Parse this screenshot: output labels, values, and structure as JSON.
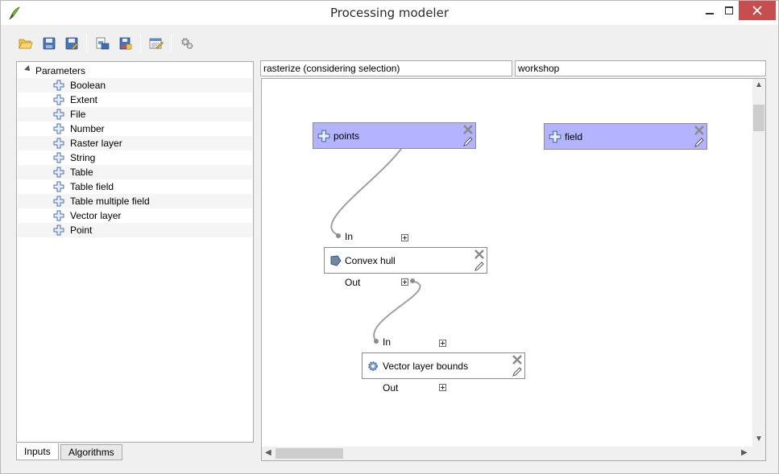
{
  "window": {
    "title": "Processing modeler"
  },
  "toolbar": {
    "buttons": [
      {
        "name": "open-model-button",
        "icon": "folder-open-icon"
      },
      {
        "name": "save-model-button",
        "icon": "floppy-disk-icon"
      },
      {
        "name": "save-as-button",
        "icon": "save-as-icon"
      },
      {
        "name": "export-image-button",
        "icon": "export-image-icon"
      },
      {
        "name": "export-python-button",
        "icon": "export-python-icon"
      },
      {
        "name": "edit-help-button",
        "icon": "edit-help-icon"
      },
      {
        "name": "run-model-button",
        "icon": "gears-icon"
      }
    ]
  },
  "inputs_panel": {
    "root_label": "Parameters",
    "items": [
      "Boolean",
      "Extent",
      "File",
      "Number",
      "Raster layer",
      "String",
      "Table",
      "Table field",
      "Table multiple field",
      "Vector layer",
      "Point"
    ]
  },
  "tabs": [
    {
      "label": "Inputs",
      "active": true
    },
    {
      "label": "Algorithms",
      "active": false
    }
  ],
  "model": {
    "name": "rasterize (considering selection)",
    "group": "workshop"
  },
  "canvas": {
    "nodes": {
      "points": {
        "label": "points",
        "kind": "parameter"
      },
      "field": {
        "label": "field",
        "kind": "parameter"
      },
      "convex_hull": {
        "label": "Convex hull",
        "kind": "algorithm",
        "input_port": "In",
        "output_port": "Out"
      },
      "vector_bounds": {
        "label": "Vector layer bounds",
        "kind": "algorithm",
        "input_port": "In",
        "output_port": "Out"
      }
    }
  },
  "colors": {
    "param_node": "#b3b3ff",
    "alg_node": "#ffffff",
    "close_button": "#c74e4e",
    "link": "#a0a0a0"
  }
}
